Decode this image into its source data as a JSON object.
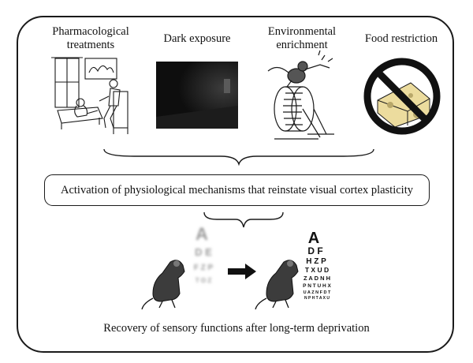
{
  "treatments": [
    {
      "label_lines": [
        "Pharmacological",
        "treatments"
      ],
      "illustration": "psychiatrist-couch-cartoon"
    },
    {
      "label_lines": [
        "Dark exposure"
      ],
      "illustration": "dark-room-photo"
    },
    {
      "label_lines": [
        "Environmental",
        "enrichment"
      ],
      "illustration": "rat-on-running-wheel"
    },
    {
      "label_lines": [
        "Food restriction"
      ],
      "illustration": "cheese-prohibited-sign"
    }
  ],
  "mechanism": "Activation of physiological mechanisms that reinstate visual cortex plasticity",
  "eye_charts": {
    "before": [
      "A",
      "D E",
      "F Z P",
      "T O Z"
    ],
    "after": [
      "A",
      "D F",
      "H Z P",
      "T X U D",
      "Z A D N H",
      "P N T U H X",
      "U A Z N F D T",
      "N P H T A X U"
    ]
  },
  "outcome": "Recovery of sensory functions after long-term deprivation",
  "colors": {
    "line": "#1a1a1a",
    "dark_room": "#0e0e0e",
    "cheese": "#ecdc9e",
    "background": "#ffffff"
  }
}
